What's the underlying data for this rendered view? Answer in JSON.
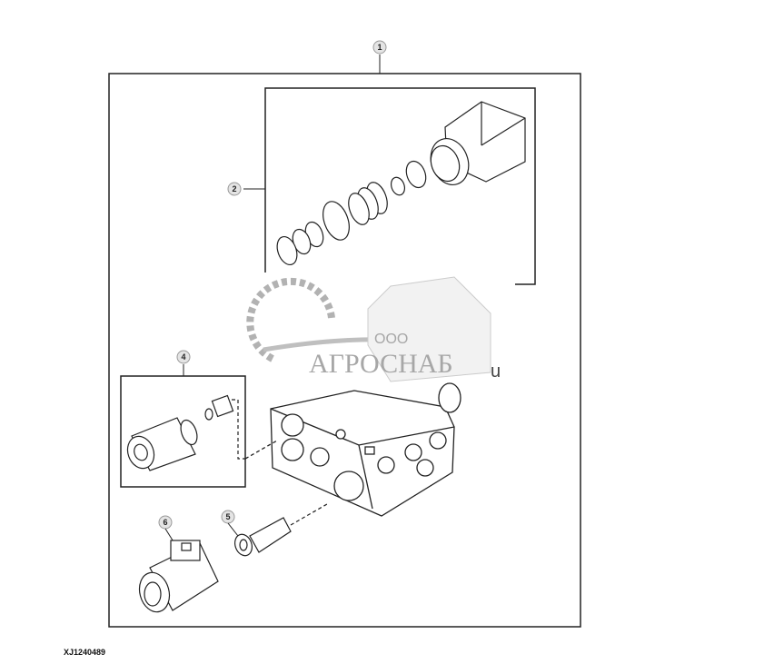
{
  "diagram": {
    "figure_id": "XJ1240489",
    "callouts": [
      "1",
      "2",
      "4",
      "5",
      "6"
    ],
    "watermark": {
      "prefix": "ООО",
      "name": "АГРОСНАБ",
      "suffix": "u"
    }
  }
}
